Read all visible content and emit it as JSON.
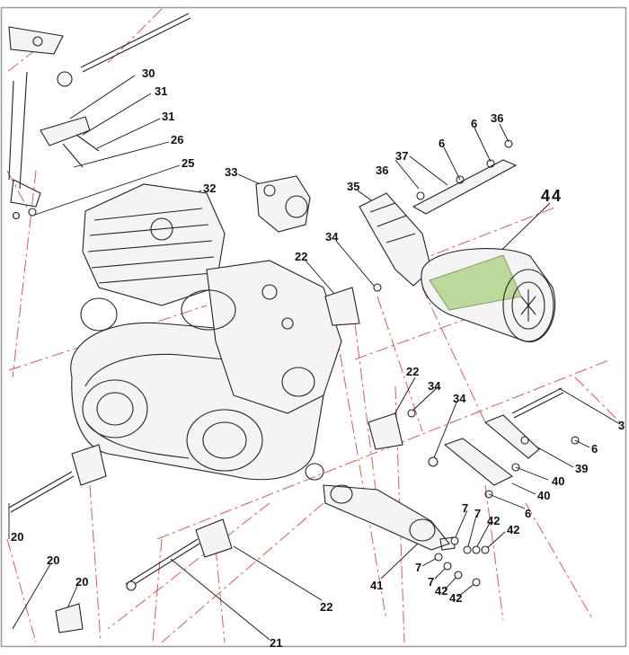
{
  "diagram": {
    "labels": [
      {
        "id": "p30",
        "text": "30"
      },
      {
        "id": "p31a",
        "text": "31"
      },
      {
        "id": "p31b",
        "text": "31"
      },
      {
        "id": "p26",
        "text": "26"
      },
      {
        "id": "p25",
        "text": "25"
      },
      {
        "id": "p32",
        "text": "32"
      },
      {
        "id": "p33",
        "text": "33"
      },
      {
        "id": "p35",
        "text": "35"
      },
      {
        "id": "p36a",
        "text": "36"
      },
      {
        "id": "p37",
        "text": "37"
      },
      {
        "id": "p6a",
        "text": "6"
      },
      {
        "id": "p6b",
        "text": "6"
      },
      {
        "id": "p36b",
        "text": "36"
      },
      {
        "id": "p44",
        "text": "44"
      },
      {
        "id": "p34a",
        "text": "34"
      },
      {
        "id": "p22a",
        "text": "22"
      },
      {
        "id": "p22b",
        "text": "22"
      },
      {
        "id": "p34b",
        "text": "34"
      },
      {
        "id": "p34c",
        "text": "34"
      },
      {
        "id": "p3",
        "text": "3"
      },
      {
        "id": "p6c",
        "text": "6"
      },
      {
        "id": "p39",
        "text": "39"
      },
      {
        "id": "p40a",
        "text": "40"
      },
      {
        "id": "p40b",
        "text": "40"
      },
      {
        "id": "p6d",
        "text": "6"
      },
      {
        "id": "p7a",
        "text": "7"
      },
      {
        "id": "p7b",
        "text": "7"
      },
      {
        "id": "p42a",
        "text": "42"
      },
      {
        "id": "p42b",
        "text": "42"
      },
      {
        "id": "p7c",
        "text": "7"
      },
      {
        "id": "p7d",
        "text": "7"
      },
      {
        "id": "p42c",
        "text": "42"
      },
      {
        "id": "p42d",
        "text": "42"
      },
      {
        "id": "p41",
        "text": "41"
      },
      {
        "id": "p22c",
        "text": "22"
      },
      {
        "id": "p20a",
        "text": "20"
      },
      {
        "id": "p20b",
        "text": "20"
      },
      {
        "id": "p20c",
        "text": "20"
      },
      {
        "id": "p21",
        "text": "21"
      }
    ]
  }
}
